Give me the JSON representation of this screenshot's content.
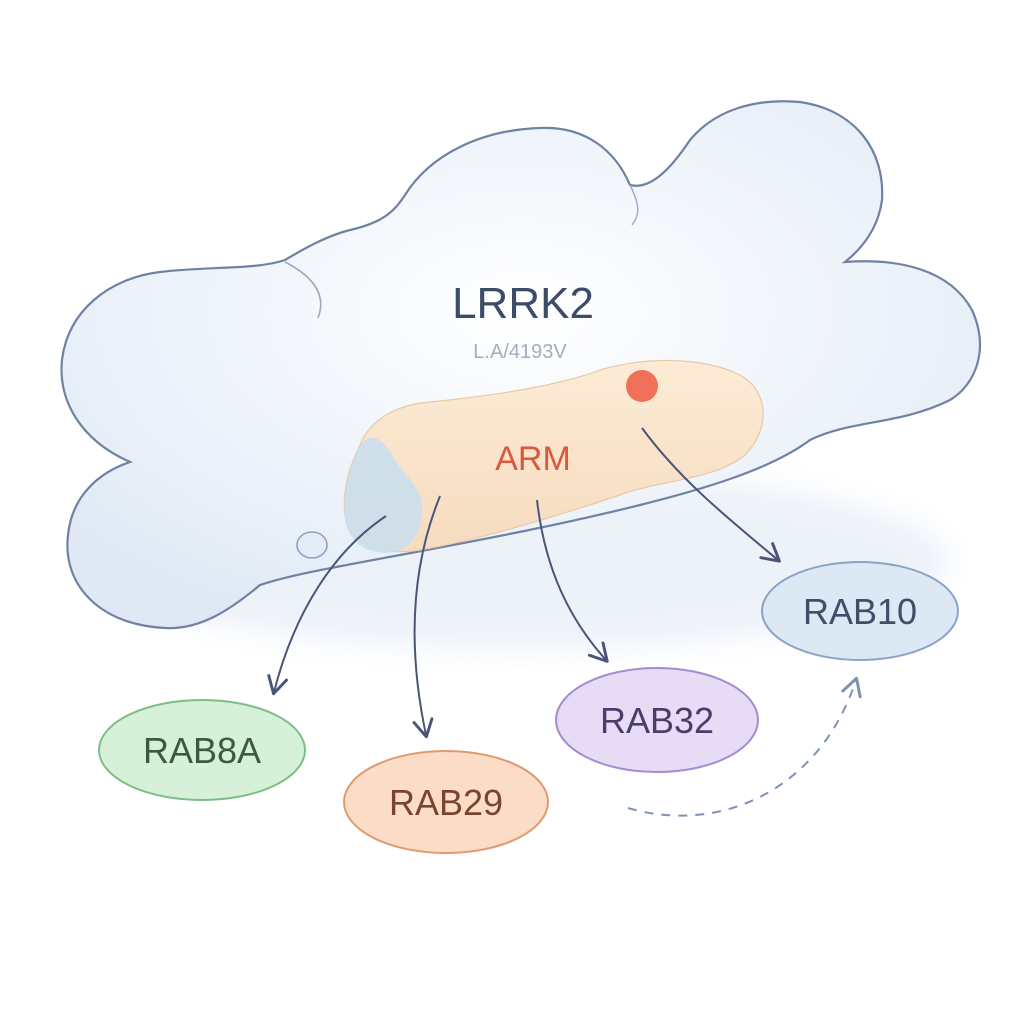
{
  "protein": {
    "name": "LRRK2",
    "subtitle": "L.A/4193V"
  },
  "domain": {
    "label": "ARM"
  },
  "substrates": [
    {
      "id": "rab8a",
      "label": "RAB8A",
      "fill": "#d7f0d8",
      "stroke": "#7cbf85",
      "text": "#3b5a44"
    },
    {
      "id": "rab29",
      "label": "RAB29",
      "fill": "#fbdcc6",
      "stroke": "#e09a70",
      "text": "#7a4530"
    },
    {
      "id": "rab32",
      "label": "RAB32",
      "fill": "#e6dcf6",
      "stroke": "#a38cd0",
      "text": "#4b3d6a"
    },
    {
      "id": "rab10",
      "label": "RAB10",
      "fill": "#dde8f5",
      "stroke": "#8aa3c6",
      "text": "#3f4f6a"
    }
  ],
  "colors": {
    "cloud_fill": "#eef3fa",
    "cloud_stroke": "#6f82a3",
    "arm_fill": "#f9e6cf",
    "arm_text": "#d9583f",
    "arrow": "#4a5577",
    "phospho_dot": "#f0705a"
  }
}
